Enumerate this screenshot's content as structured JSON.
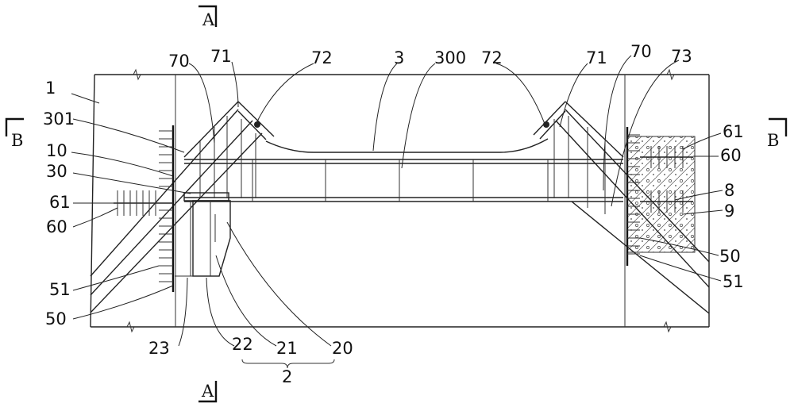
{
  "section_marks": {
    "a_top": "A",
    "a_bottom": "A",
    "b_left": "B",
    "b_right": "B"
  },
  "labels": {
    "l1": "1",
    "l301": "301",
    "l10": "10",
    "l30": "30",
    "l61_left": "61",
    "l60_left": "60",
    "l51_left": "51",
    "l50_left": "50",
    "l23": "23",
    "l22": "22",
    "l21": "21",
    "l20": "20",
    "l2": "2",
    "l70_left": "70",
    "l71_left": "71",
    "l72_left": "72",
    "l3": "3",
    "l300": "300",
    "l72_right": "72",
    "l71_right": "71",
    "l70_right": "70",
    "l73": "73",
    "l61_right": "61",
    "l60_right": "60",
    "l8": "8",
    "l9": "9",
    "l50_right": "50",
    "l51_right": "51"
  }
}
